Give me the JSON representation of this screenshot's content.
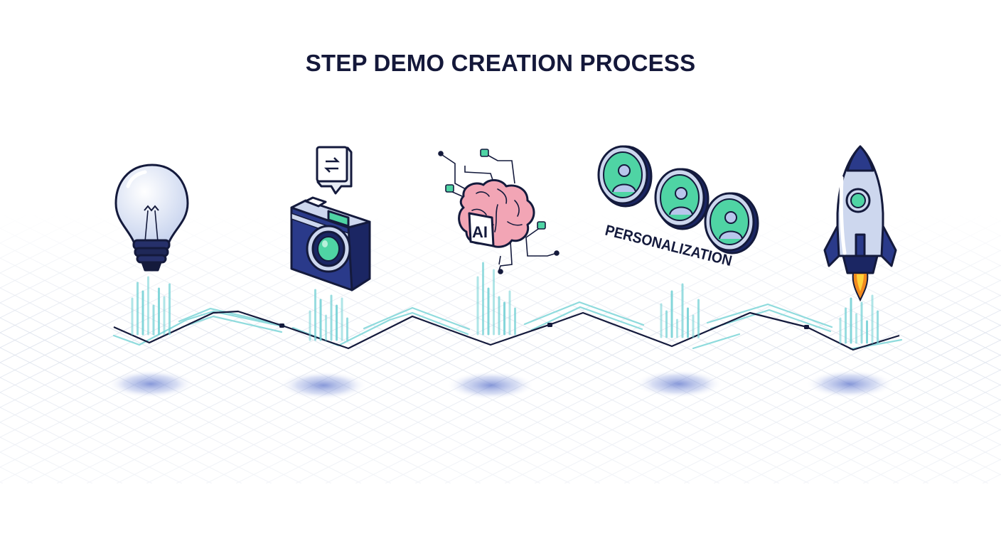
{
  "title": "STEP DEMO CREATION PROCESS",
  "steps": [
    {
      "icon": "lightbulb-icon"
    },
    {
      "icon": "camera-icon"
    },
    {
      "icon": "ai-brain-icon",
      "label": "AI"
    },
    {
      "icon": "personalization-icon",
      "label": "PERSONALIZATION"
    },
    {
      "icon": "rocket-icon"
    }
  ],
  "colors": {
    "ink": "#141a3c",
    "navy": "#2c3d8f",
    "green": "#4fd4a4",
    "teal": "#7dd3d8",
    "pink": "#f2a5b5",
    "shadow": "#7f92d6",
    "flame": "#f28a1e"
  }
}
